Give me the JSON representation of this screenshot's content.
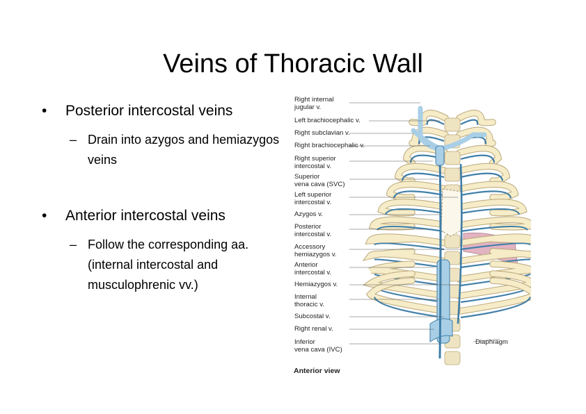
{
  "slide": {
    "title": "Veins of Thoracic Wall",
    "bullets": [
      {
        "text": "Posterior intercostal veins",
        "sub": "Drain into azygos and hemiazygos veins"
      },
      {
        "text": "Anterior intercostal veins",
        "sub": "Follow the corresponding aa. (internal intercostal and musculophrenic vv.)"
      }
    ],
    "bullet_symbol": "•",
    "sub_symbol": "–"
  },
  "figure": {
    "labels": [
      "Right internal\njugular v.",
      "Left brachiocephalic v.",
      "Right subclavian v.",
      "Right brachiocephalic v.",
      "Right superior\nintercostal v.",
      "Superior\nvena cava (SVC)",
      "Left superior\nintercostal v.",
      "Azygos v.",
      "Posterior\nintercostal v.",
      "Accessory\nhemiazygos v.",
      "Anterior\nintercostal v.",
      "Hemiazygos v.",
      "Internal\nthoracic v.",
      "Subcostal v.",
      "Right renal v.",
      "Inferior\nvena cava (IVC)"
    ],
    "right_label": "Diaphragm",
    "caption": "Anterior view",
    "colors": {
      "vein": "#3f7ea8",
      "vein_light": "#a9cfe6",
      "rib": "#f6ecc8",
      "rib_edge": "#b9a77a",
      "diaphragm": "#e2b3c1"
    }
  }
}
